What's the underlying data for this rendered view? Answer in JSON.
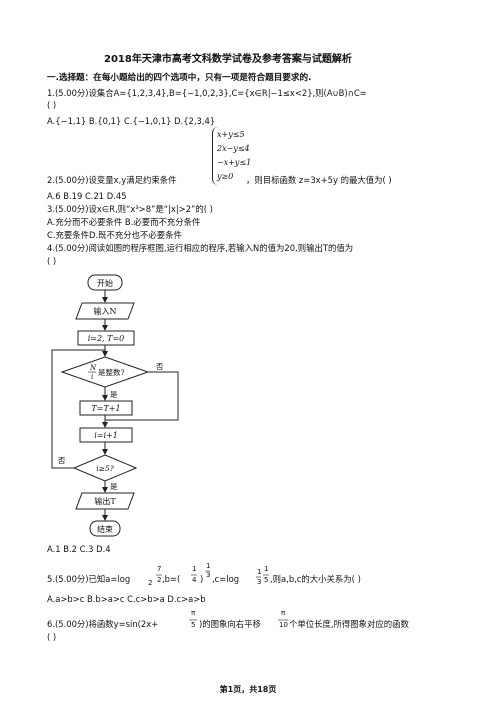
{
  "title": "2018年天津市高考文科数学试卷及参考答案与试题解析",
  "section1": "一.选择题：在每小题给出的四个选项中，只有一项是符合题目要求的.",
  "q1": {
    "line1": "1.(5.00分)设集合A={1,2,3,4},B={−1,0,2,3},C={x∈R|−1≤x<2},则(A∪B)∩C=",
    "line2": "(    )",
    "options": "A.{−1,1}  B.{0,1}    C.{−1,0,1}    D.{2,3,4}"
  },
  "q2": {
    "system": [
      "x+y≤5",
      "2x−y≤4",
      "−x+y≤1",
      "y≥0"
    ],
    "line1": "2.(5.00分)设变量x,y满足约束条件",
    "line1_tail": "，则目标函数 z=3x+5y 的最大值为(    )",
    "options": "A.6 B.19    C.21    D.45"
  },
  "q3": {
    "line1": "3.(5.00分)设x∈R,则“x³>8”是“|x|>2”的(    )",
    "optAB": "A.充分而不必要条件     B.必要而不充分条件",
    "optCD": "C.充要条件D.既不充分也不必要条件"
  },
  "q4": {
    "line1": "4.(5.00分)阅读如图的程序框图,运行相应的程序,若输入N的值为20,则输出T的值为",
    "line2": "(    )",
    "flow": {
      "start": "开始",
      "input": "输入N",
      "init": "i=2, T=0",
      "cond1_top": "N",
      "cond1_bot": "i",
      "cond1_tail": "是整数?",
      "yes1": "是",
      "no1": "否",
      "update1": "T=T+1",
      "update2": "i=i+1",
      "cond2": "i≥5?",
      "no2": "否",
      "yes2": "是",
      "output": "输出T",
      "end": "结束"
    },
    "options": "A.1 B.2 C.3 D.4"
  },
  "q5": {
    "prefix": "5.(5.00分)已知a=log",
    "a_base": "2",
    "a_arg_top": "7",
    "a_arg_bot": "2",
    "b_text": ",b=(",
    "b_base_top": "1",
    "b_base_bot": "4",
    "b_exp_top": "1",
    "b_exp_bot": "3",
    "c_text": ",c=log",
    "c_base_top": "1",
    "c_base_bot": "3",
    "c_arg_top": "1",
    "c_arg_bot": "5",
    "tail": ",则a,b,c的大小关系为(    )",
    "options": "A.a>b>c  B.b>a>c  C.c>b>a  D.c>a>b"
  },
  "q6": {
    "line1a": "6.(5.00分)将函数y=sin(2x+",
    "pi1_top": "π",
    "pi1_bot": "5",
    "line1b": ")的图象向右平移",
    "pi2_top": "π",
    "pi2_bot": "10",
    "line1c": "个单位长度,所得图象对应的函数",
    "line2": "(    )"
  },
  "footer": "第1页，共18页"
}
